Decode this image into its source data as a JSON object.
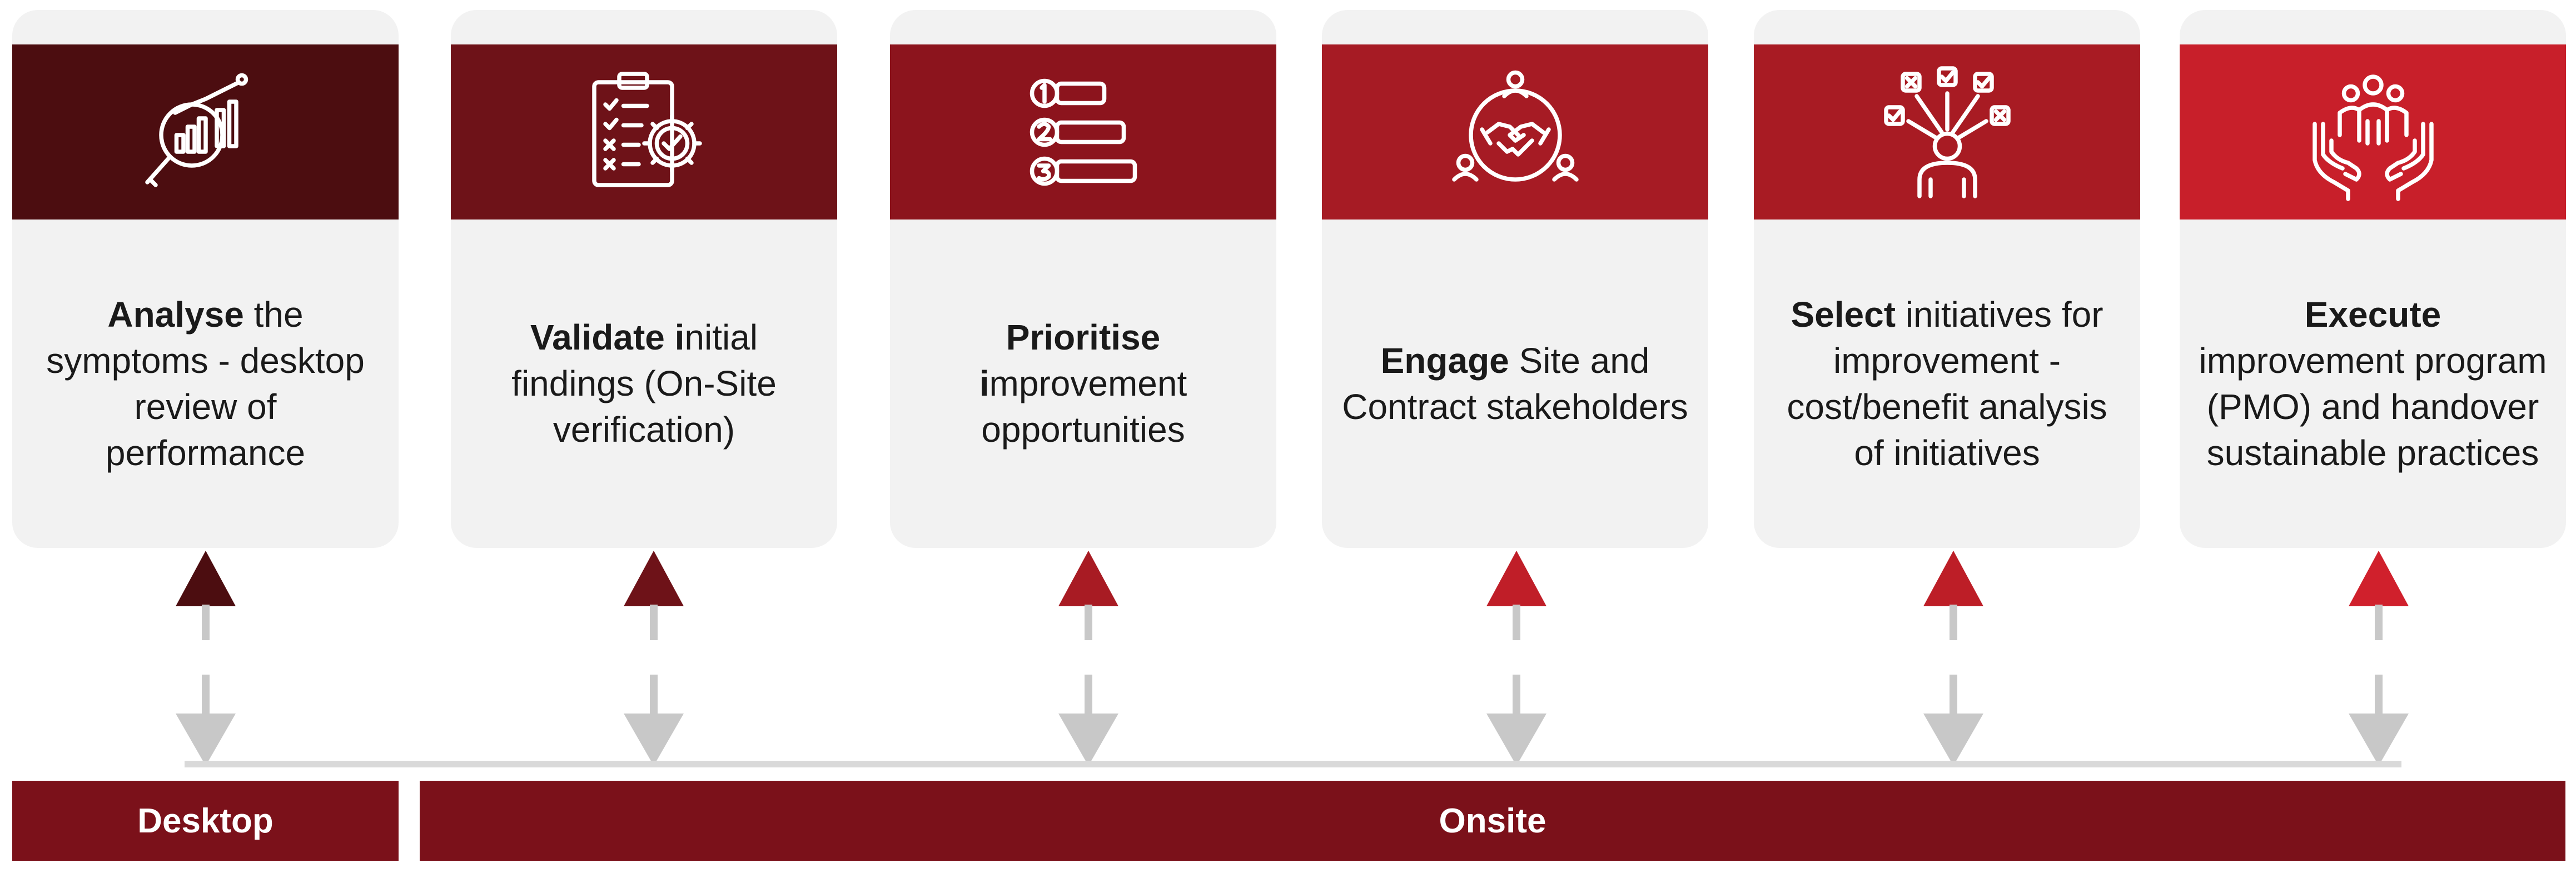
{
  "steps": [
    {
      "bold": "Analyse",
      "rest": " the symptoms - desktop review of performance",
      "icon": "magnifier-chart-icon",
      "color": "#4c0d10"
    },
    {
      "bold": "Validate i",
      "rest": "nitial findings (On-Site verification)",
      "icon": "clipboard-checklist-gear-icon",
      "color": "#6e1218"
    },
    {
      "bold": "Prioritise",
      "bold2": "i",
      "rest": "mprovement opportunities",
      "icon": "ranked-list-icon",
      "color": "#8c141d"
    },
    {
      "bold": "Engage",
      "rest": " Site and Contract stakeholders",
      "icon": "handshake-people-icon",
      "color": "#a61b24"
    },
    {
      "bold": "Select",
      "rest": " initiatives for improvement - cost/benefit analysis of initiatives",
      "icon": "person-selecting-options-icon",
      "color": "#a81b23"
    },
    {
      "bold": "Execute",
      "rest": " improvement program (PMO) and handover sustainable practices",
      "icon": "hands-holding-team-icon",
      "color": "#c81f2a"
    }
  ],
  "phases": {
    "desktop": "Desktop",
    "onsite": "Onsite"
  },
  "colors": {
    "card_bg": "#f2f2f2",
    "connector_grey": "#c8c8c8",
    "phase_bar": "#7b111a"
  }
}
